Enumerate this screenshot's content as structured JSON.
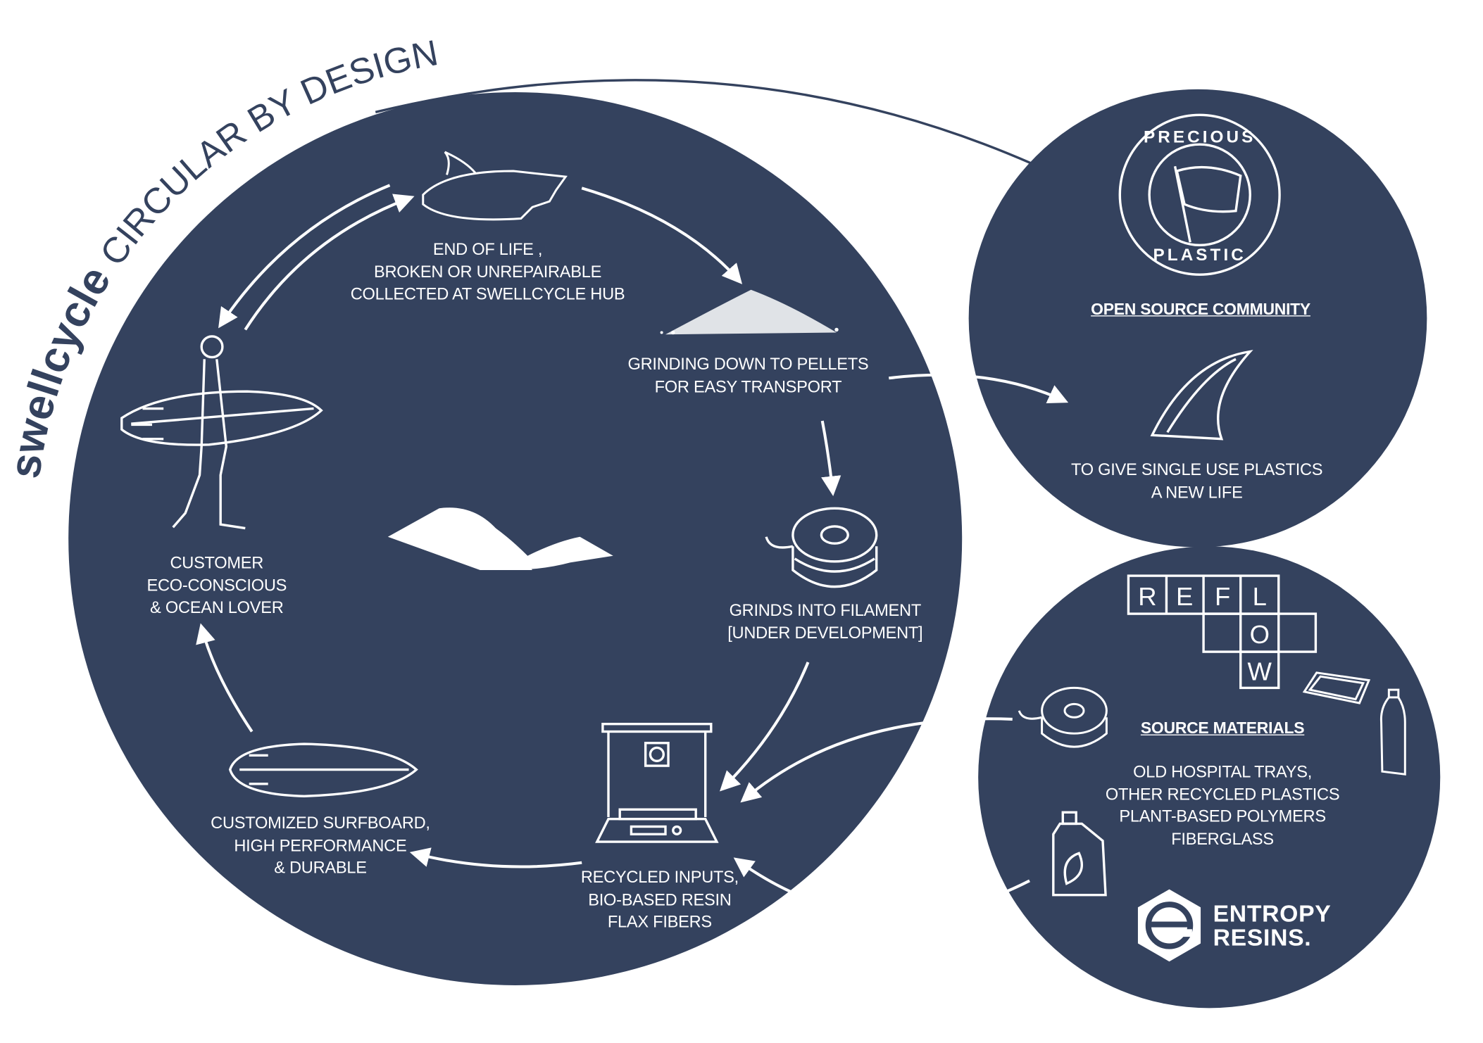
{
  "title": {
    "brand": "swellcycle",
    "tagline": "CIRCULAR BY DESIGN"
  },
  "colors": {
    "navy": "#34425E",
    "white": "#FFFFFF"
  },
  "main_cycle": {
    "end_of_life": [
      "END OF LIFE ,",
      "BROKEN OR UNREPAIRABLE",
      "COLLECTED AT SWELLCYCLE HUB"
    ],
    "grinding": [
      "GRINDING DOWN TO PELLETS",
      "FOR EASY TRANSPORT"
    ],
    "filament": [
      "GRINDS INTO FILAMENT",
      "[UNDER DEVELOPMENT]"
    ],
    "inputs": [
      "RECYCLED INPUTS,",
      "BIO-BASED RESIN",
      "FLAX FIBERS"
    ],
    "surfboard": [
      "CUSTOMIZED SURFBOARD,",
      "HIGH PERFORMANCE",
      "& DURABLE"
    ],
    "customer": [
      "CUSTOMER",
      "ECO-CONSCIOUS",
      "& OCEAN LOVER"
    ]
  },
  "open_source": {
    "logo_text": "PRECIOUS PLASTIC",
    "heading": "OPEN SOURCE COMMUNITY",
    "lines": [
      "TO GIVE SINGLE USE PLASTICS",
      "A NEW LIFE"
    ]
  },
  "source_materials": {
    "reflow_letters": [
      "R",
      "E",
      "F",
      "L",
      "O",
      "W"
    ],
    "heading": "SOURCE MATERIALS",
    "lines": [
      "OLD HOSPITAL TRAYS,",
      "OTHER RECYCLED PLASTICS",
      "PLANT-BASED POLYMERS",
      "FIBERGLASS"
    ],
    "entropy": [
      "ENTROPY",
      "RESINS."
    ]
  }
}
